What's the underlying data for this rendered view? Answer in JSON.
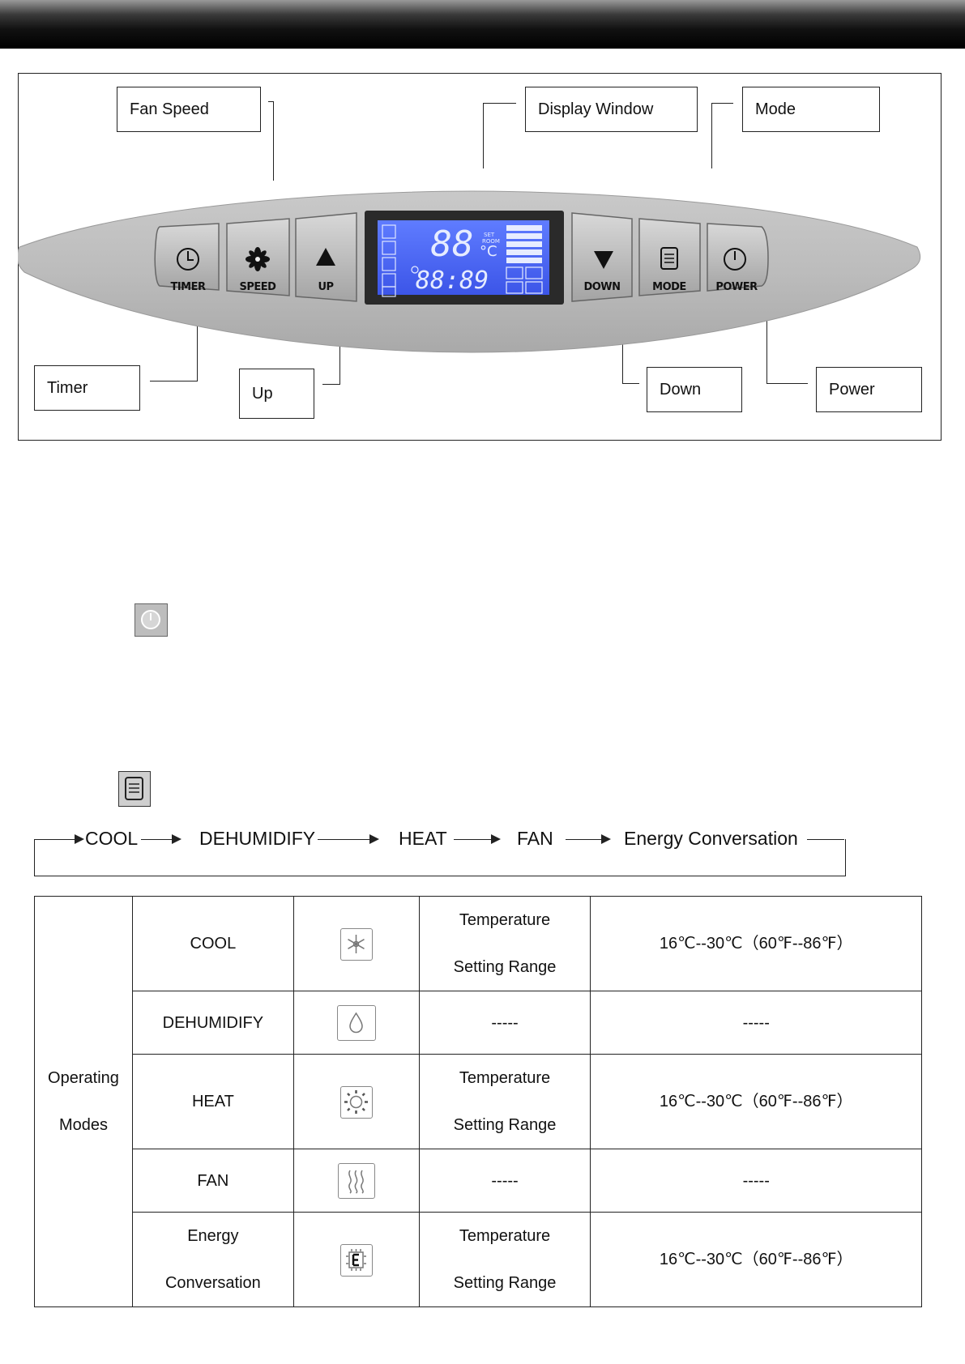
{
  "diagram": {
    "callouts": {
      "fan_speed": "Fan Speed",
      "display_window": "Display Window",
      "mode": "Mode",
      "timer": "Timer",
      "up": "Up",
      "down": "Down",
      "power": "Power"
    },
    "buttons": [
      "TIMER",
      "SPEED",
      "UP",
      "DOWN",
      "MODE",
      "POWER"
    ],
    "display": {
      "temp": "88",
      "unit": "°C",
      "set": "SET",
      "room": "ROOM",
      "time": "88:89"
    }
  },
  "icons": {
    "power": "power-icon",
    "mode": "mode-icon"
  },
  "mode_cycle": [
    "COOL",
    "DEHUMIDIFY",
    "HEAT",
    "FAN",
    "Energy Conversation"
  ],
  "table": {
    "group_label_1": "Operating",
    "group_label_2": "Modes",
    "rows": [
      {
        "mode": "COOL",
        "icon": "snowflake-icon",
        "range_label_1": "Temperature",
        "range_label_2": "Setting Range",
        "range": "16℃--30℃（60℉--86℉）"
      },
      {
        "mode": "DEHUMIDIFY",
        "icon": "droplet-icon",
        "range_label": "-----",
        "range": "-----"
      },
      {
        "mode": "HEAT",
        "icon": "sun-icon",
        "range_label_1": "Temperature",
        "range_label_2": "Setting Range",
        "range": "16℃--30℃（60℉--86℉）"
      },
      {
        "mode": "FAN",
        "icon": "fan-wave-icon",
        "range_label": "-----",
        "range": "-----"
      },
      {
        "mode_1": "Energy",
        "mode_2": "Conversation",
        "icon": "energy-e-icon",
        "range_label_1": "Temperature",
        "range_label_2": "Setting Range",
        "range": "16℃--30℃（60℉--86℉）"
      }
    ]
  }
}
